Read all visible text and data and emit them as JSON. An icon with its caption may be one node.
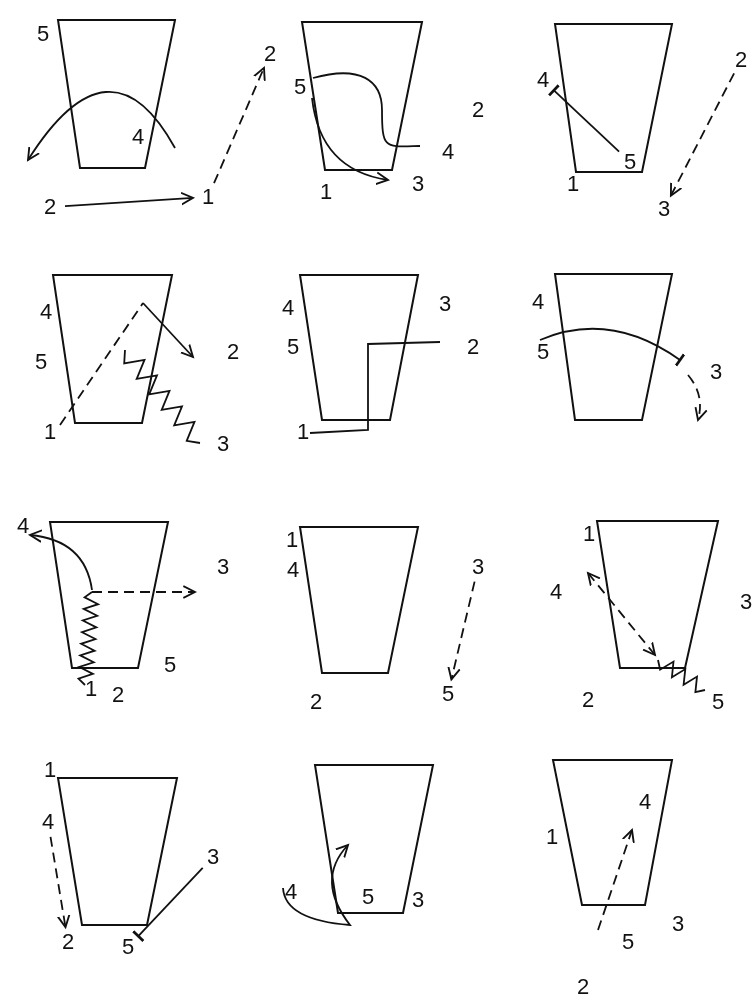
{
  "diagram": {
    "nodes": [
      {
        "text": [
          "2"
        ]
      },
      {
        "text": [
          "2"
        ]
      },
      {
        "text": [
          "1"
        ]
      },
      {
        "text": [
          "4"
        ]
      },
      {
        "text": [
          "5"
        ]
      },
      {
        "text": [
          "2"
        ]
      },
      {
        "text": [
          "3"
        ]
      },
      {
        "text": [
          "3"
        ]
      },
      {
        "text": [
          "5"
        ]
      },
      {
        "text": [
          "4"
        ]
      },
      {
        "text": [
          "3"
        ]
      },
      {
        "text": [
          "2"
        ]
      },
      {
        "text": [
          "5"
        ]
      }
    ],
    "edges": [
      {
        "from": 1,
        "to": 2,
        "arrow": "to"
      },
      {
        "from": 2,
        "to": 0,
        "arrow": "to",
        "style": "dashed"
      },
      {
        "from": 4,
        "to": 3,
        "arrow": "other"
      },
      {
        "from": 5,
        "to": 6,
        "arrow": "to",
        "style": "dashed"
      },
      {
        "from": 7,
        "to": 8,
        "arrow": "to",
        "style": "dashed"
      },
      {
        "from": 9,
        "to": 11,
        "arrow": "to",
        "style": "dashed"
      },
      {
        "from": 10,
        "to": 12,
        "arrow": "other"
      }
    ],
    "labels": [
      "5",
      "4",
      "5",
      "2",
      "4",
      "1",
      "3",
      "1",
      "4",
      "2",
      "5",
      "1",
      "3",
      "4",
      "3",
      "5",
      "2",
      "1",
      "4",
      "5",
      "3",
      "4",
      "3",
      "5",
      "1",
      "2",
      "1",
      "4",
      "2",
      "1",
      "4",
      "3",
      "2",
      "5",
      "1",
      "4",
      "5",
      "3",
      "4",
      "1",
      "3",
      "5",
      "2"
    ]
  }
}
